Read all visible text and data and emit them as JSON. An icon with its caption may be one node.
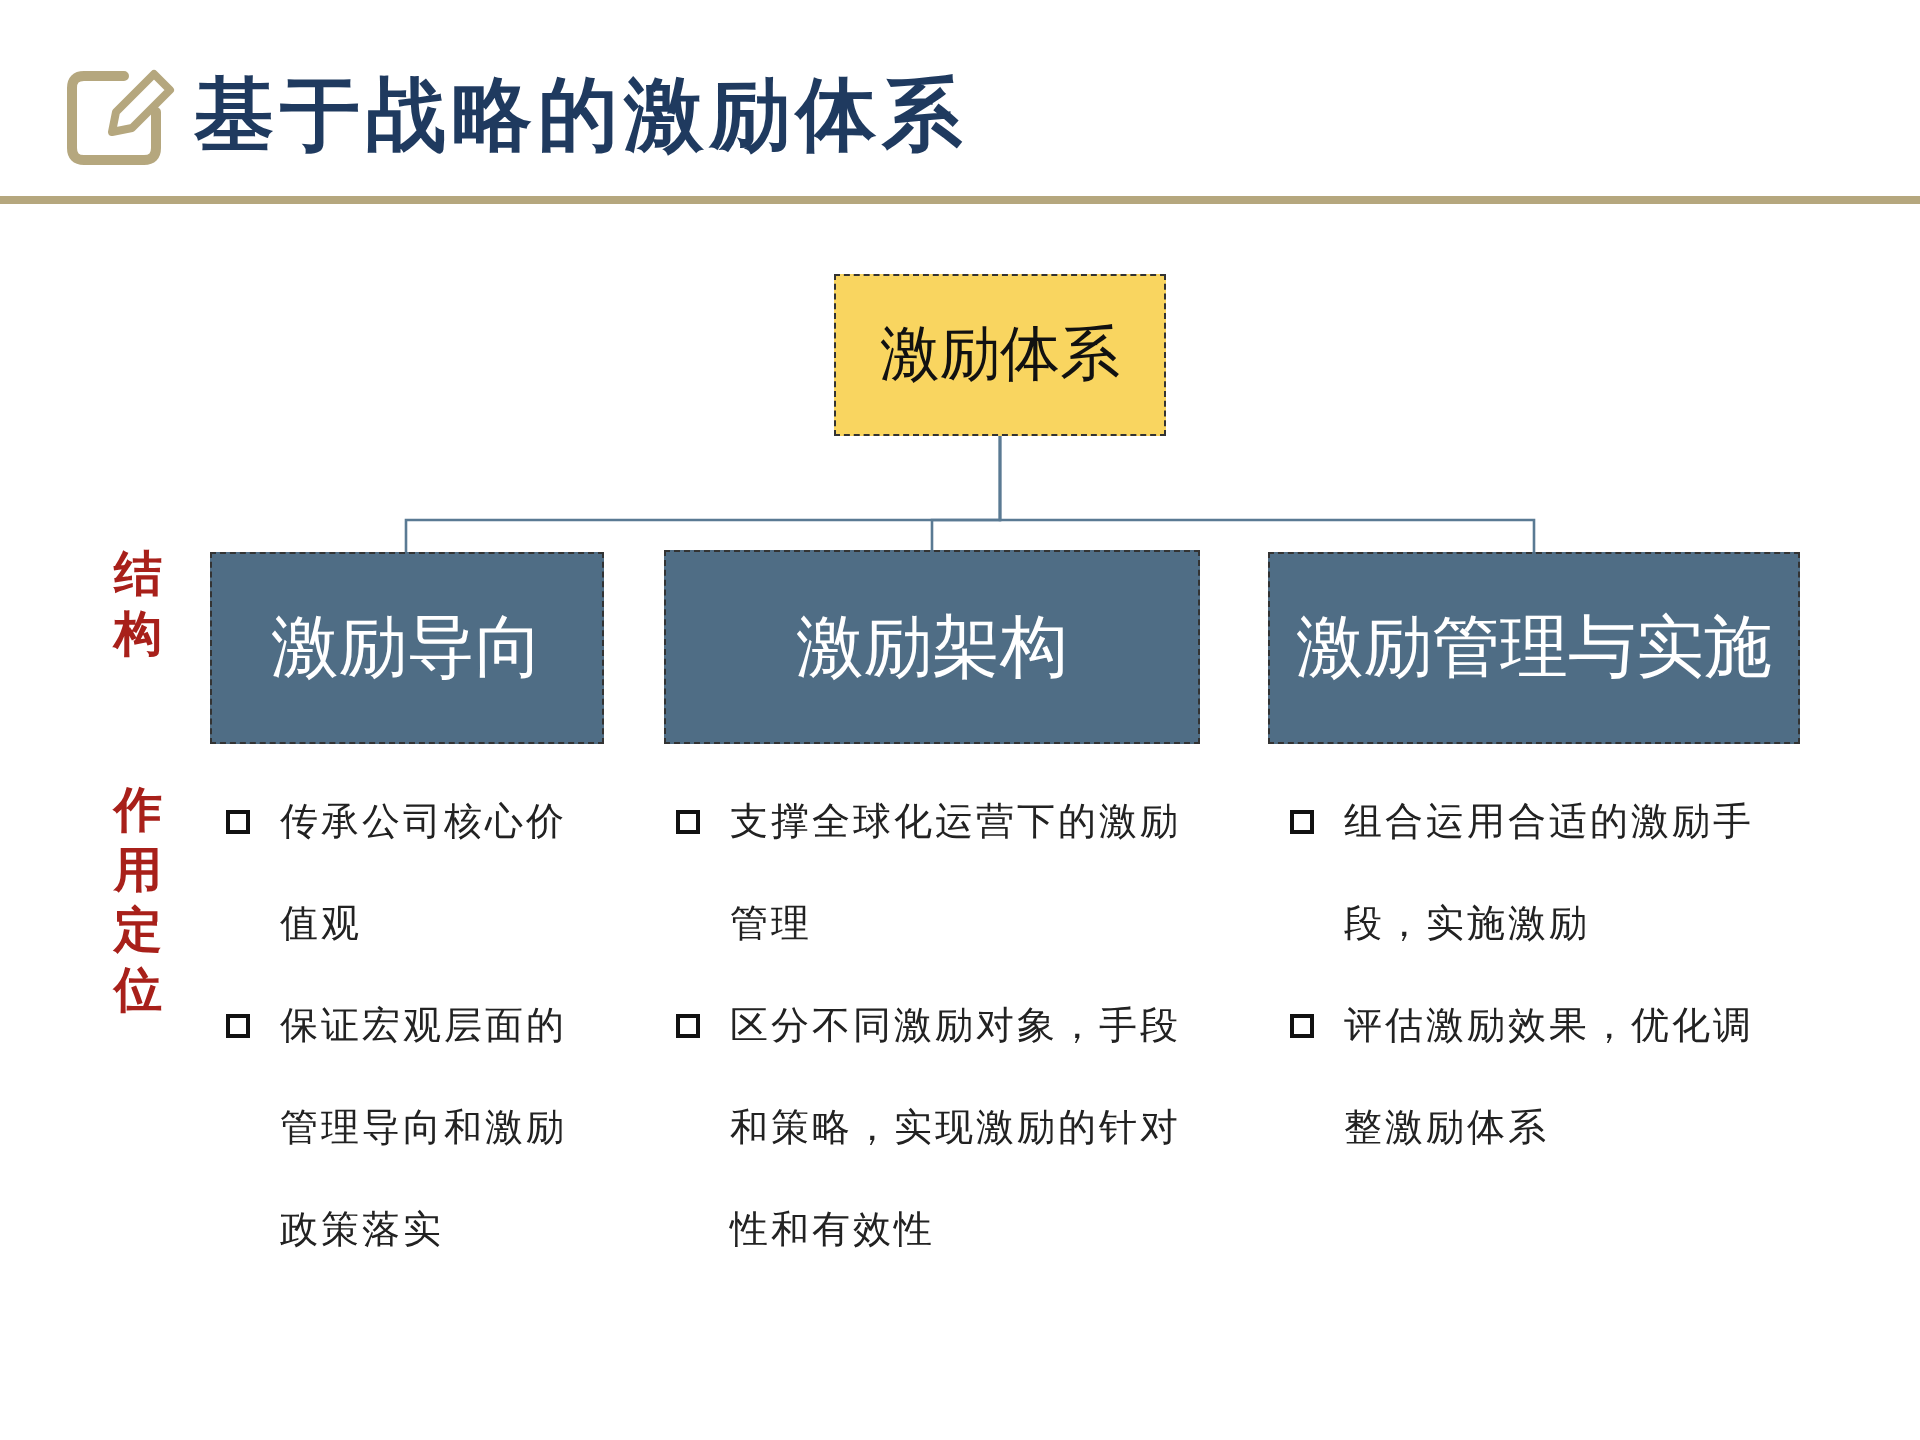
{
  "diagram": {
    "title": "基于战略的激励体系",
    "nodes": [
      {
        "text": [
          "激励体系"
        ]
      },
      {
        "text": [
          "激励导向"
        ]
      },
      {
        "text": [
          "激励架构"
        ]
      },
      {
        "text": [
          "激励管理与实施"
        ]
      }
    ],
    "edges": [
      {
        "from": 0,
        "to": 1,
        "arrow": "none"
      },
      {
        "from": 0,
        "to": 2,
        "arrow": "none"
      },
      {
        "from": 0,
        "to": 3,
        "arrow": "none"
      }
    ],
    "labels": [
      "结构",
      "作用定位",
      "传承公司核心价值观",
      "保证宏观层面的管理导向和激励政策落实",
      "支撑全球化运营下的激励管理",
      "区分不同激励对象，手段和策略，实现激励的针对性和有效性",
      "组合运用合适的激励手段，实施激励",
      "评估激励效果，优化调整激励体系"
    ]
  }
}
